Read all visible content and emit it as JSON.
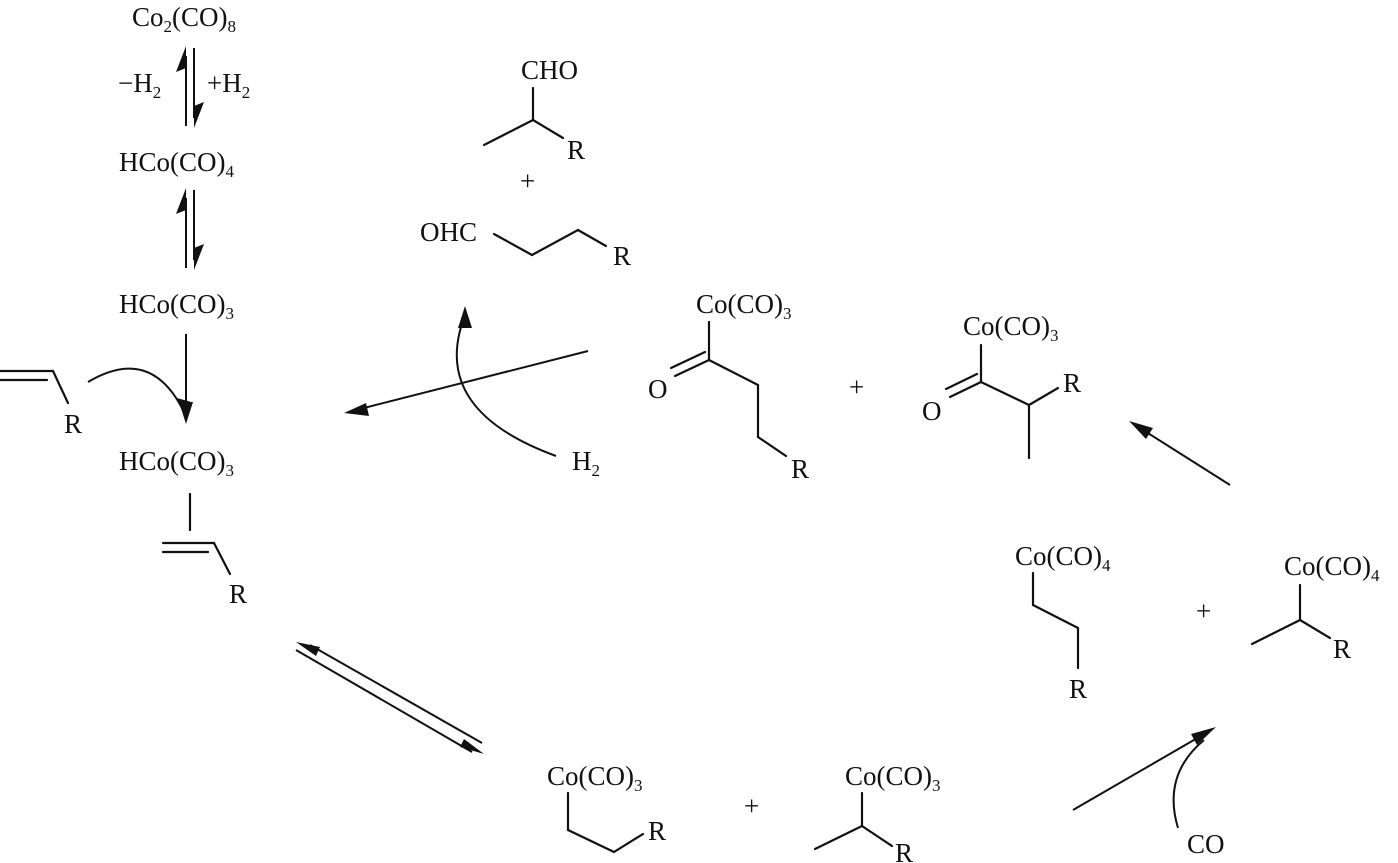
{
  "diagram": {
    "formulas": {
      "co2co8": {
        "pre": "Co",
        "s1": "2",
        "mid": "(CO)",
        "s2": "8"
      },
      "minus_h2": {
        "pre": "−H",
        "s1": "2"
      },
      "plus_h2": {
        "pre": "+H",
        "s1": "2"
      },
      "hco_co4": {
        "pre": "HCo(CO)",
        "s1": "4"
      },
      "hco_co3_a": {
        "pre": "HCo(CO)",
        "s1": "3"
      },
      "hco_co3_b": {
        "pre": "HCo(CO)",
        "s1": "3"
      },
      "h2": {
        "pre": "H",
        "s1": "2"
      },
      "acyl_linear_co": {
        "pre": "Co(CO)",
        "s1": "3"
      },
      "acyl_branched_co": {
        "pre": "Co(CO)",
        "s1": "3"
      },
      "alkyl_linear_co4": {
        "pre": "Co(CO)",
        "s1": "4"
      },
      "alkyl_branched_co4": {
        "pre": "Co(CO)",
        "s1": "4"
      },
      "alkyl_linear_co3": {
        "pre": "Co(CO)",
        "s1": "3"
      },
      "alkyl_branched_co3": {
        "pre": "Co(CO)",
        "s1": "3"
      }
    },
    "labels": {
      "cho": "CHO",
      "ohc": "OHC",
      "r": "R",
      "o": "O",
      "co": "CO",
      "plus": "+"
    }
  }
}
